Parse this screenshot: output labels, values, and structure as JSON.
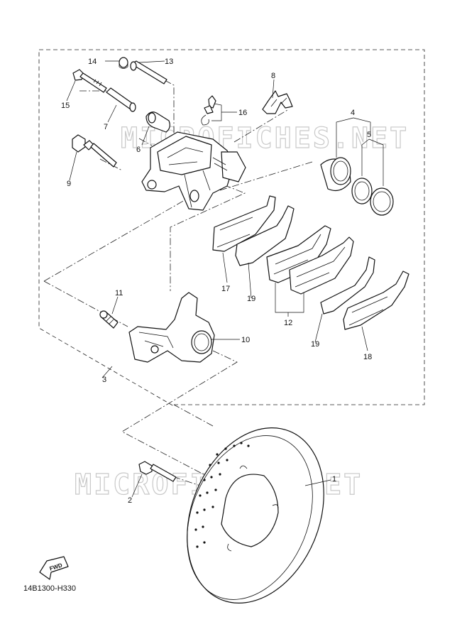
{
  "watermark_text": "MICROFICHES.NET",
  "diagram_code": "14B1300-H330",
  "fwd_label": "FWD",
  "callouts": {
    "c1": "1",
    "c2": "2",
    "c3": "3",
    "c4": "4",
    "c5": "5",
    "c6": "6",
    "c7": "7",
    "c8": "8",
    "c9": "9",
    "c10": "10",
    "c11": "11",
    "c12": "12",
    "c13": "13",
    "c14": "14",
    "c15": "15",
    "c16": "16",
    "c17": "17",
    "c18": "18",
    "c19a": "19",
    "c19b": "19"
  }
}
